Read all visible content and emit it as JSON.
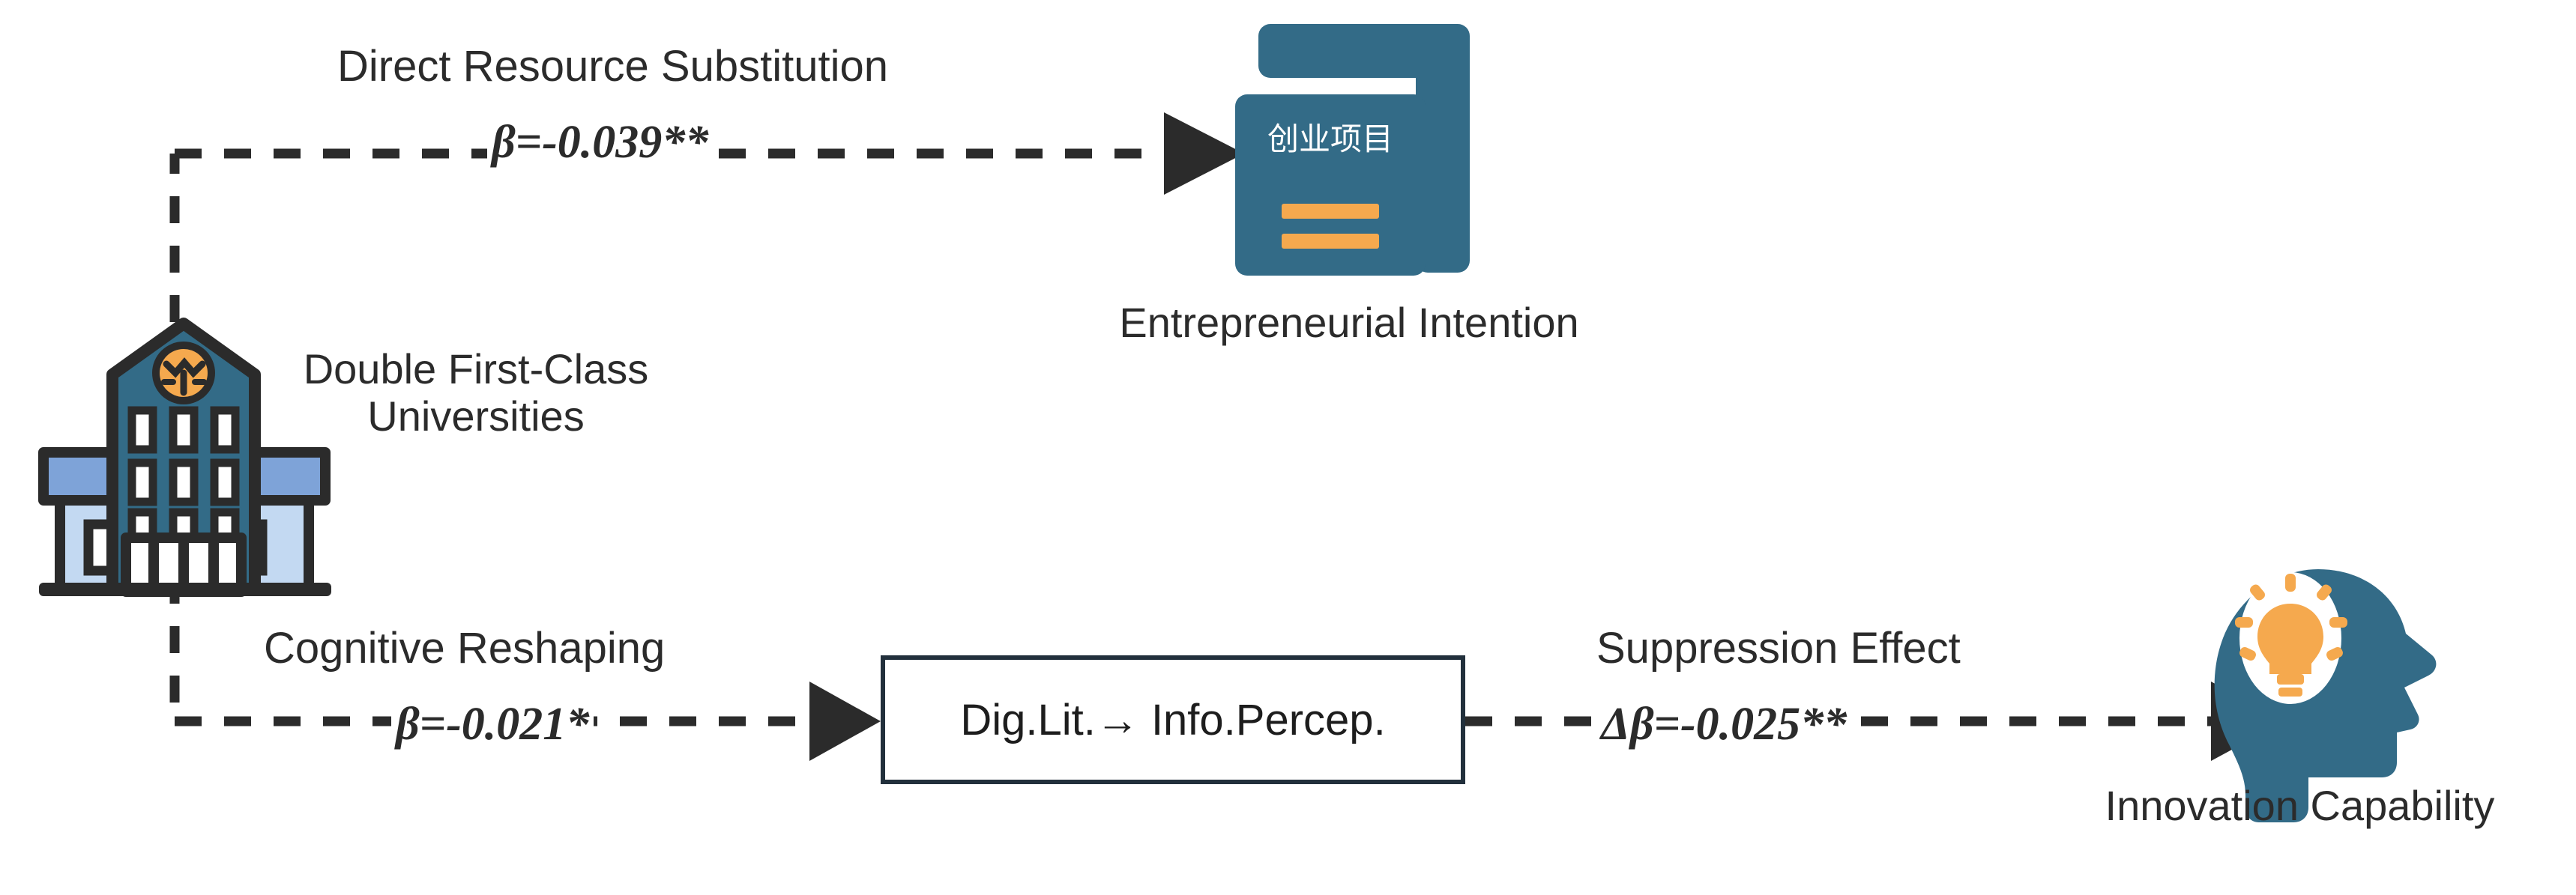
{
  "diagram": {
    "title": "Suppression effect mediation model of Double First-Class Universities",
    "background_color": "#ffffff",
    "accent_teal": "#336B87",
    "accent_orange": "#F5A94E",
    "accent_light_blue": "#C3D9F2",
    "accent_mid_blue": "#7EA3D8",
    "line_color": "#2b2b2b",
    "text_color": "#2b2b2b"
  },
  "nodes": {
    "university": {
      "label_line1": "Double First-Class",
      "label_line2": "Universities",
      "icon": "university-building-icon"
    },
    "entrepreneurial_intention": {
      "label": "Entrepreneurial Intention",
      "icon": "project-document-icon",
      "icon_text": "创业项目"
    },
    "innovation_capability": {
      "label": "Innovation Capability",
      "icon": "head-lightbulb-icon"
    },
    "mediator": {
      "label": "Dig.Lit.→ Info.Percep."
    }
  },
  "paths": [
    {
      "name": "direct-resource-substitution",
      "title": "Direct Resource Substitution",
      "coefficient": "β=-0.039**",
      "from": "university",
      "to": "entrepreneurial_intention",
      "style": "dashed",
      "significance": "**"
    },
    {
      "name": "cognitive-reshaping",
      "title": "Cognitive Reshaping",
      "coefficient": "β=-0.021*",
      "from": "university",
      "to": "mediator",
      "style": "dashed",
      "significance": "*"
    },
    {
      "name": "suppression-effect",
      "title": "Suppression Effect",
      "coefficient": "Δβ=-0.025**",
      "from": "mediator",
      "to": "innovation_capability",
      "style": "dashed",
      "significance": "**"
    }
  ],
  "chart_data": {
    "type": "diagram",
    "title": "Suppression Effect Path Model",
    "nodes": [
      "Double First-Class Universities",
      "Entrepreneurial Intention",
      "Dig.Lit.→ Info.Percep.",
      "Innovation Capability"
    ],
    "edges": [
      {
        "from": "Double First-Class Universities",
        "to": "Entrepreneurial Intention",
        "label": "Direct Resource Substitution",
        "value": -0.039,
        "sig": "**"
      },
      {
        "from": "Double First-Class Universities",
        "to": "Dig.Lit.→ Info.Percep.",
        "label": "Cognitive Reshaping",
        "value": -0.021,
        "sig": "*"
      },
      {
        "from": "Dig.Lit.→ Info.Percep.",
        "to": "Innovation Capability",
        "label": "Suppression Effect",
        "value": -0.025,
        "sig": "**"
      }
    ]
  }
}
